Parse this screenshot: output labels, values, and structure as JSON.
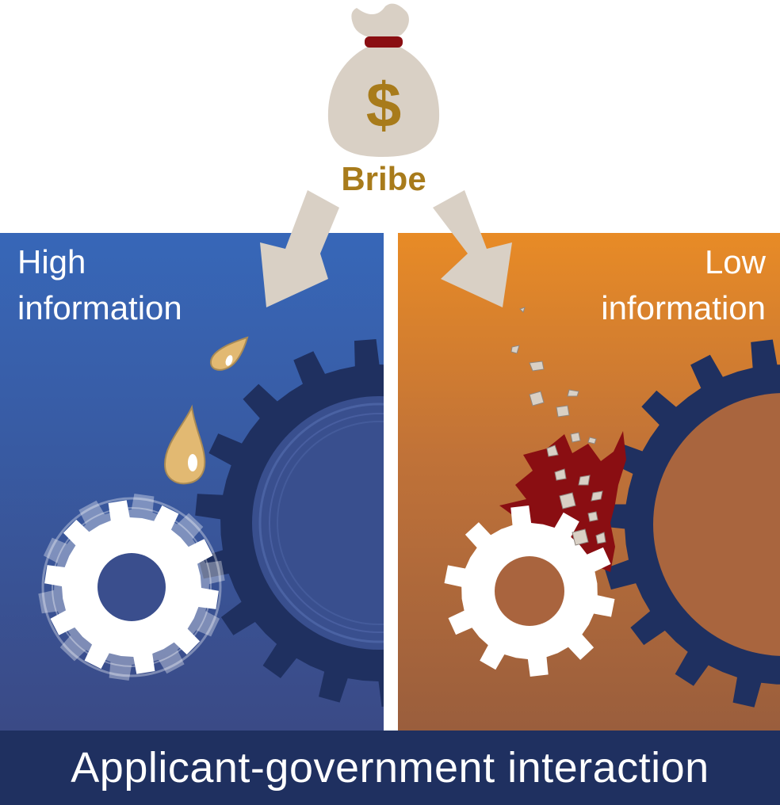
{
  "bribe": {
    "label": "Bribe",
    "symbol": "$"
  },
  "panels": {
    "high": {
      "line1": "High",
      "line2": "information",
      "color": "#3a5596"
    },
    "low": {
      "line1": "Low",
      "line2": "information",
      "color": "#b0673e"
    }
  },
  "footer": {
    "title": "Applicant-government interaction",
    "color": "#1f3060"
  },
  "colors": {
    "gear_dark": "#1f3060",
    "gear_white": "#ffffff",
    "oil": "#e2b972",
    "crash": "#8a0e12",
    "arrow": "#d9d0c5",
    "bag": "#d9d0c5",
    "bribe_text": "#a87b1b"
  }
}
